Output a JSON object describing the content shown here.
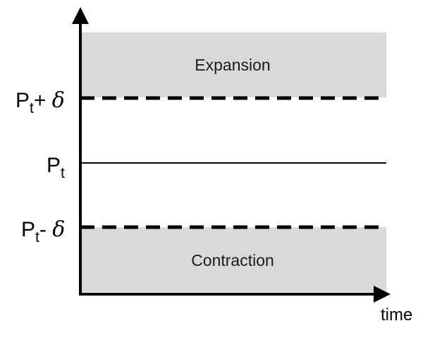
{
  "regions": {
    "upper_label": "Expansion",
    "lower_label": "Contraction",
    "band_color": "#d9d9d9"
  },
  "y_labels": {
    "upper": {
      "main": "P",
      "sub": "t",
      "op": "+ ",
      "delta": "δ"
    },
    "middle": {
      "main": "P",
      "sub": "t"
    },
    "lower": {
      "main": "P",
      "sub": "t",
      "op": "- ",
      "delta": "δ"
    }
  },
  "x_axis": {
    "label": "time"
  }
}
